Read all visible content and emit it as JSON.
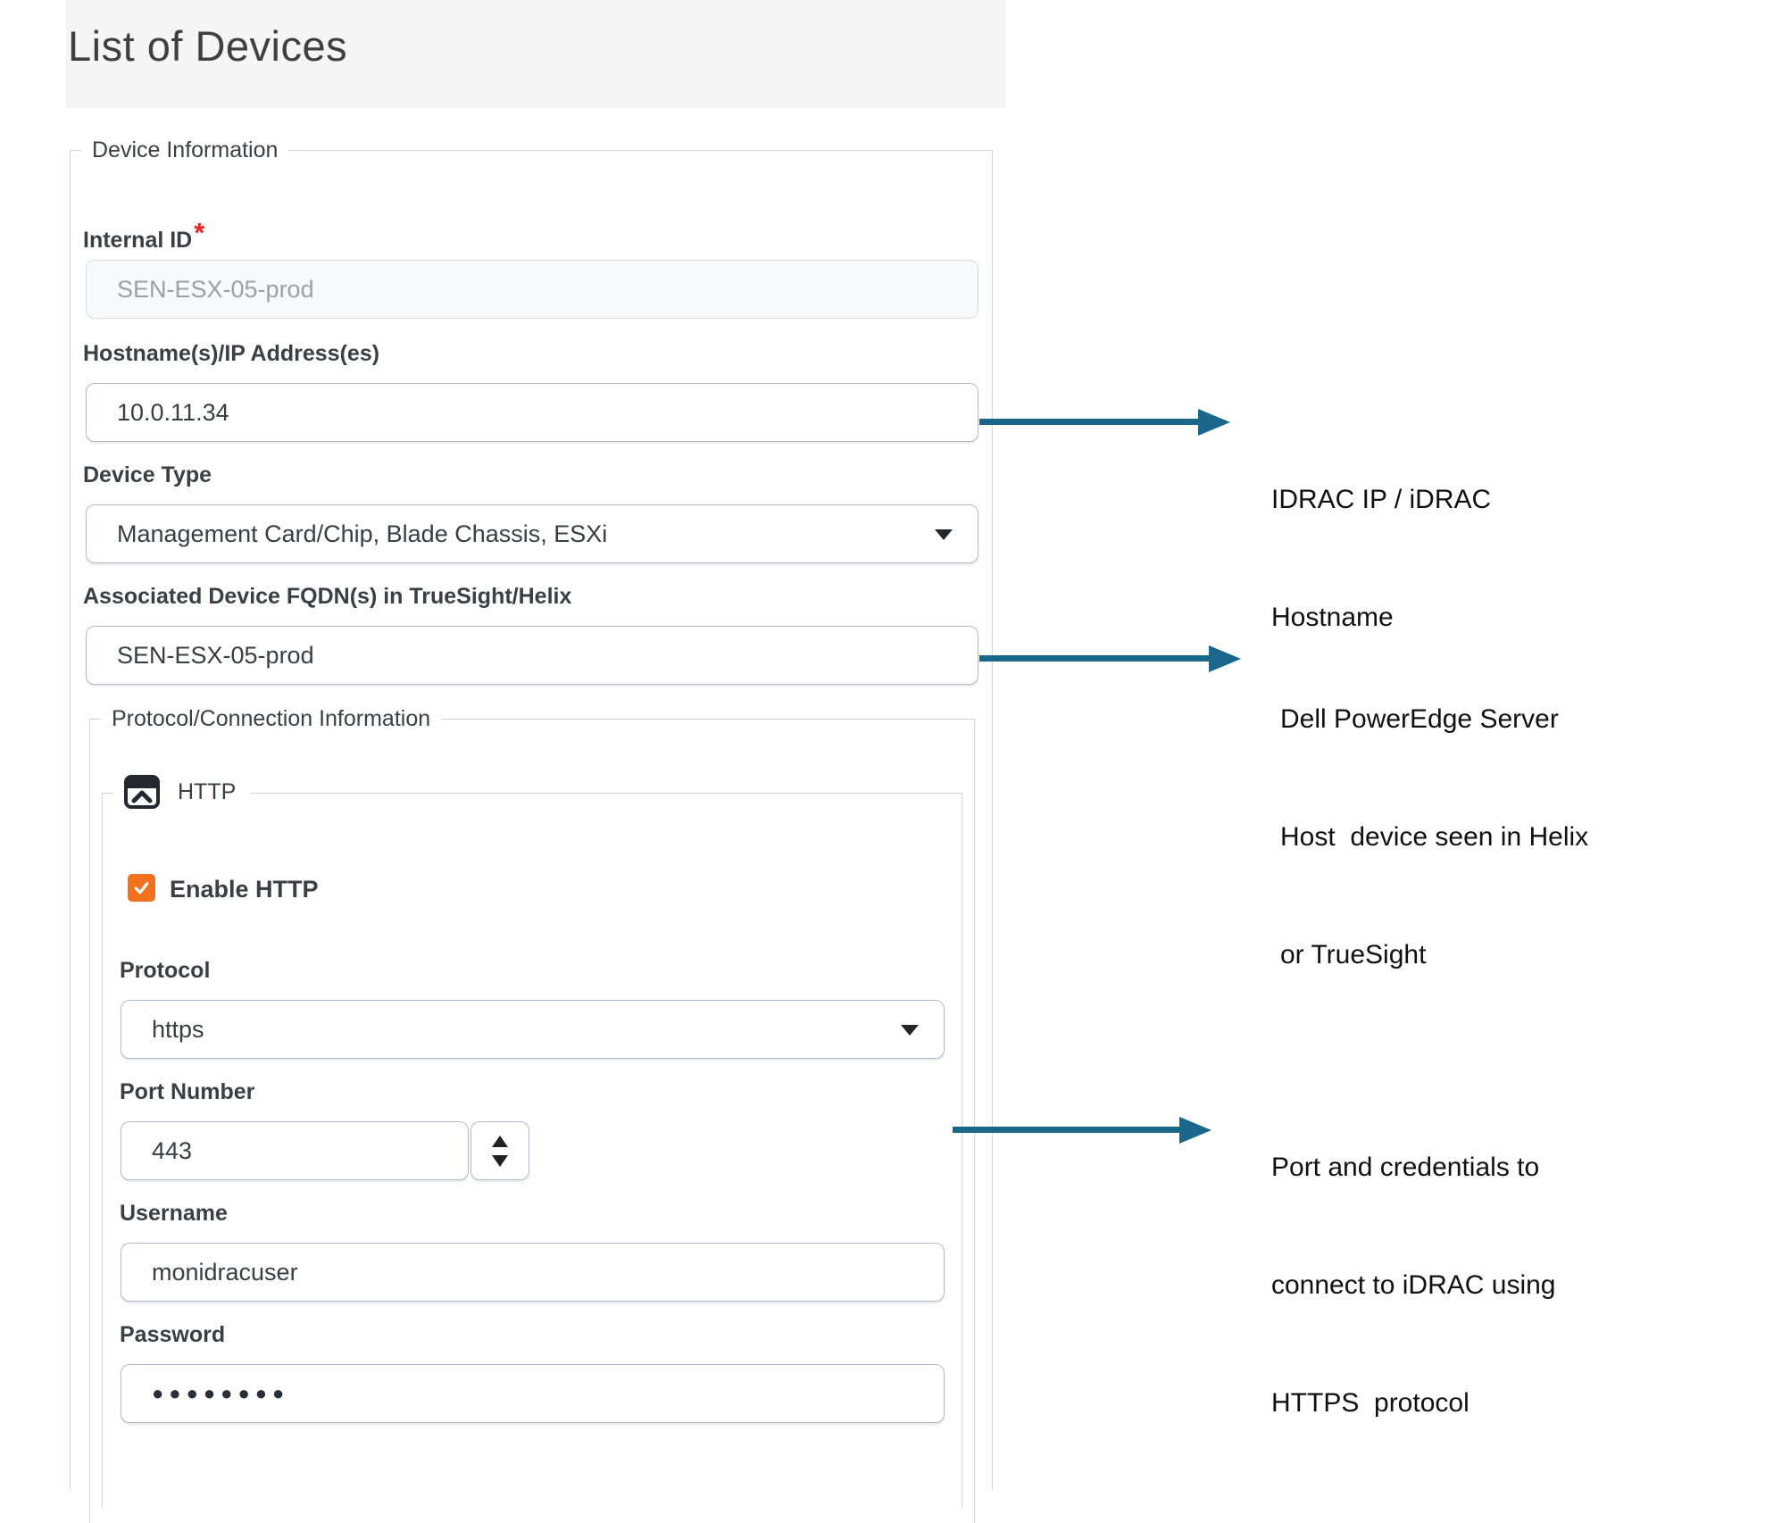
{
  "page": {
    "title": "List of Devices"
  },
  "device_info": {
    "legend": "Device Information",
    "internal_id": {
      "label": "Internal ID",
      "required_marker": "*",
      "value": "SEN-ESX-05-prod"
    },
    "hostname": {
      "label": "Hostname(s)/IP Address(es)",
      "value": "10.0.11.34"
    },
    "device_type": {
      "label": "Device Type",
      "value": "Management Card/Chip, Blade Chassis, ESXi"
    },
    "fqdn": {
      "label": "Associated Device FQDN(s) in TrueSight/Helix",
      "value": "SEN-ESX-05-prod"
    }
  },
  "protocol_info": {
    "legend": "Protocol/Connection Information",
    "http": {
      "legend": "HTTP",
      "enable_label": "Enable HTTP",
      "enabled": true,
      "protocol": {
        "label": "Protocol",
        "value": "https"
      },
      "port": {
        "label": "Port Number",
        "value": "443"
      },
      "username": {
        "label": "Username",
        "value": "monidracuser"
      },
      "password": {
        "label": "Password",
        "value": "●●●●●●●●"
      }
    }
  },
  "annotations": [
    {
      "lines": [
        "IDRAC IP / iDRAC",
        "Hostname"
      ]
    },
    {
      "lines": [
        "Dell PowerEdge Server",
        "Host  device seen in Helix",
        "or TrueSight"
      ]
    },
    {
      "lines": [
        "Port and credentials to",
        "connect to iDRAC using",
        "HTTPS  protocol"
      ]
    }
  ],
  "colors": {
    "arrow": "#19678a",
    "checkbox": "#f2711c",
    "required": "#ee2222",
    "header_band": "#f5f5f6"
  }
}
